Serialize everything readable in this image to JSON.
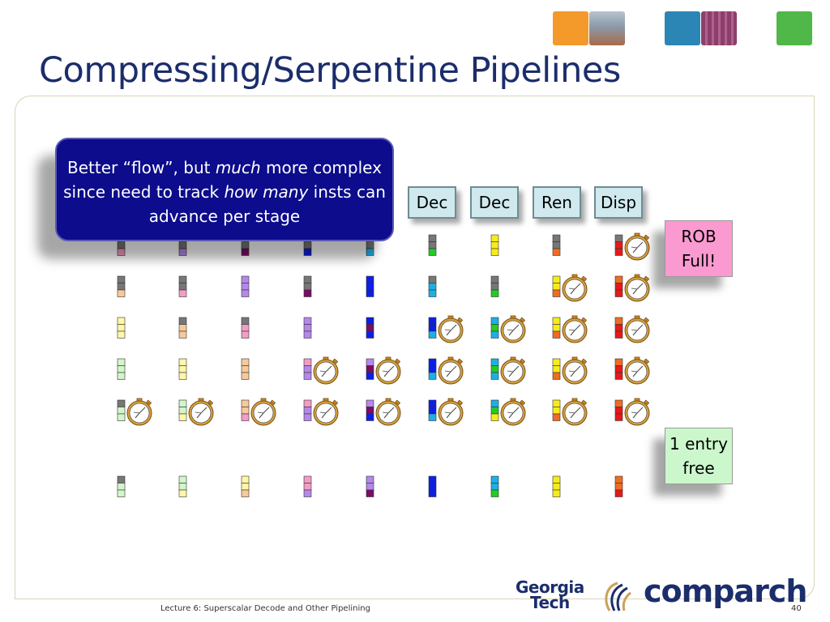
{
  "slide": {
    "title": "Compressing/Serpentine Pipelines",
    "footer": "Lecture 6: Superscalar Decode and Other Pipelining",
    "page_number": "40"
  },
  "stages": [
    {
      "label": "Dec"
    },
    {
      "label": "Dec"
    },
    {
      "label": "Ren"
    },
    {
      "label": "Disp"
    }
  ],
  "callout": {
    "part1": "Better “flow”, but ",
    "em1": "much",
    "part2": " more complex since need to track ",
    "em2": "how many",
    "part3": " insts can advance per stage"
  },
  "rob_status": {
    "line1": "ROB",
    "line2": "Full!"
  },
  "free_status": {
    "line1": "1 entry",
    "line2": "free"
  },
  "logos": {
    "gt_line1": "Georgia",
    "gt_line2": "Tech",
    "comparch": "comparch"
  },
  "colors": {
    "title": "#1b2d6b",
    "callout_bg": "#0c0c8c",
    "stage_bg": "#cfe9ee",
    "rob_bg": "#fb9ad0",
    "free_bg": "#ccf7cc",
    "header_squares": [
      "#f39a2b",
      "#8b9aa8",
      "#2b86b5",
      "#8c3f68",
      "#4fb848"
    ]
  },
  "grid": {
    "palette": {
      "k": "#777777",
      "p": "#f39cc6",
      "v": "#b588ea",
      "m": "#7a0c66",
      "b": "#0c1ee8",
      "c": "#1cb0e6",
      "g": "#22cc22",
      "y": "#f7ec1a",
      "o": "#f06c22",
      "r": "#e81818",
      "s": "#f8c99a",
      "l": "#fff7a8",
      "e": "#d2f6c8"
    },
    "columns": 9,
    "rows": [
      [
        [
          "kp",
          false
        ],
        [
          "kv",
          false
        ],
        [
          "km",
          false
        ],
        [
          "kb",
          false
        ],
        [
          "kc",
          false
        ],
        [
          "kkg",
          false
        ],
        [
          "yyy",
          false
        ],
        [
          "kko",
          false
        ],
        [
          "krr",
          true
        ]
      ],
      [
        [
          "kks",
          false
        ],
        [
          "kkp",
          false
        ],
        [
          "vvv",
          false
        ],
        [
          "kkm",
          false
        ],
        [
          "bbb",
          false
        ],
        [
          "kcc",
          false
        ],
        [
          "kkg",
          false
        ],
        [
          "yyo",
          true
        ],
        [
          "orr",
          true
        ]
      ],
      [
        [
          "lll",
          false
        ],
        [
          "kss",
          false
        ],
        [
          "kpp",
          false
        ],
        [
          "vvv",
          false
        ],
        [
          "bmb",
          false
        ],
        [
          "bbc",
          true
        ],
        [
          "cgc",
          true
        ],
        [
          "yyo",
          true
        ],
        [
          "orr",
          true
        ]
      ],
      [
        [
          "eee",
          false
        ],
        [
          "lll",
          false
        ],
        [
          "sss",
          false
        ],
        [
          "pvv",
          true
        ],
        [
          "vmb",
          true
        ],
        [
          "bbc",
          true
        ],
        [
          "cgc",
          true
        ],
        [
          "yyo",
          true
        ],
        [
          "orr",
          true
        ]
      ],
      [
        [
          "kee",
          true
        ],
        [
          "eel",
          true
        ],
        [
          "ssp",
          true
        ],
        [
          "pvv",
          true
        ],
        [
          "vmb",
          true
        ],
        [
          "bbc",
          true
        ],
        [
          "cgy",
          true
        ],
        [
          "yyo",
          true
        ],
        [
          "orr",
          true
        ]
      ],
      [
        [
          "kee",
          false
        ],
        [
          "eel",
          false
        ],
        [
          "lls",
          false
        ],
        [
          "ppv",
          false
        ],
        [
          "vvm",
          false
        ],
        [
          "bbb",
          false
        ],
        [
          "ccg",
          false
        ],
        [
          "yyy",
          false
        ],
        [
          "oor",
          false
        ]
      ]
    ]
  }
}
